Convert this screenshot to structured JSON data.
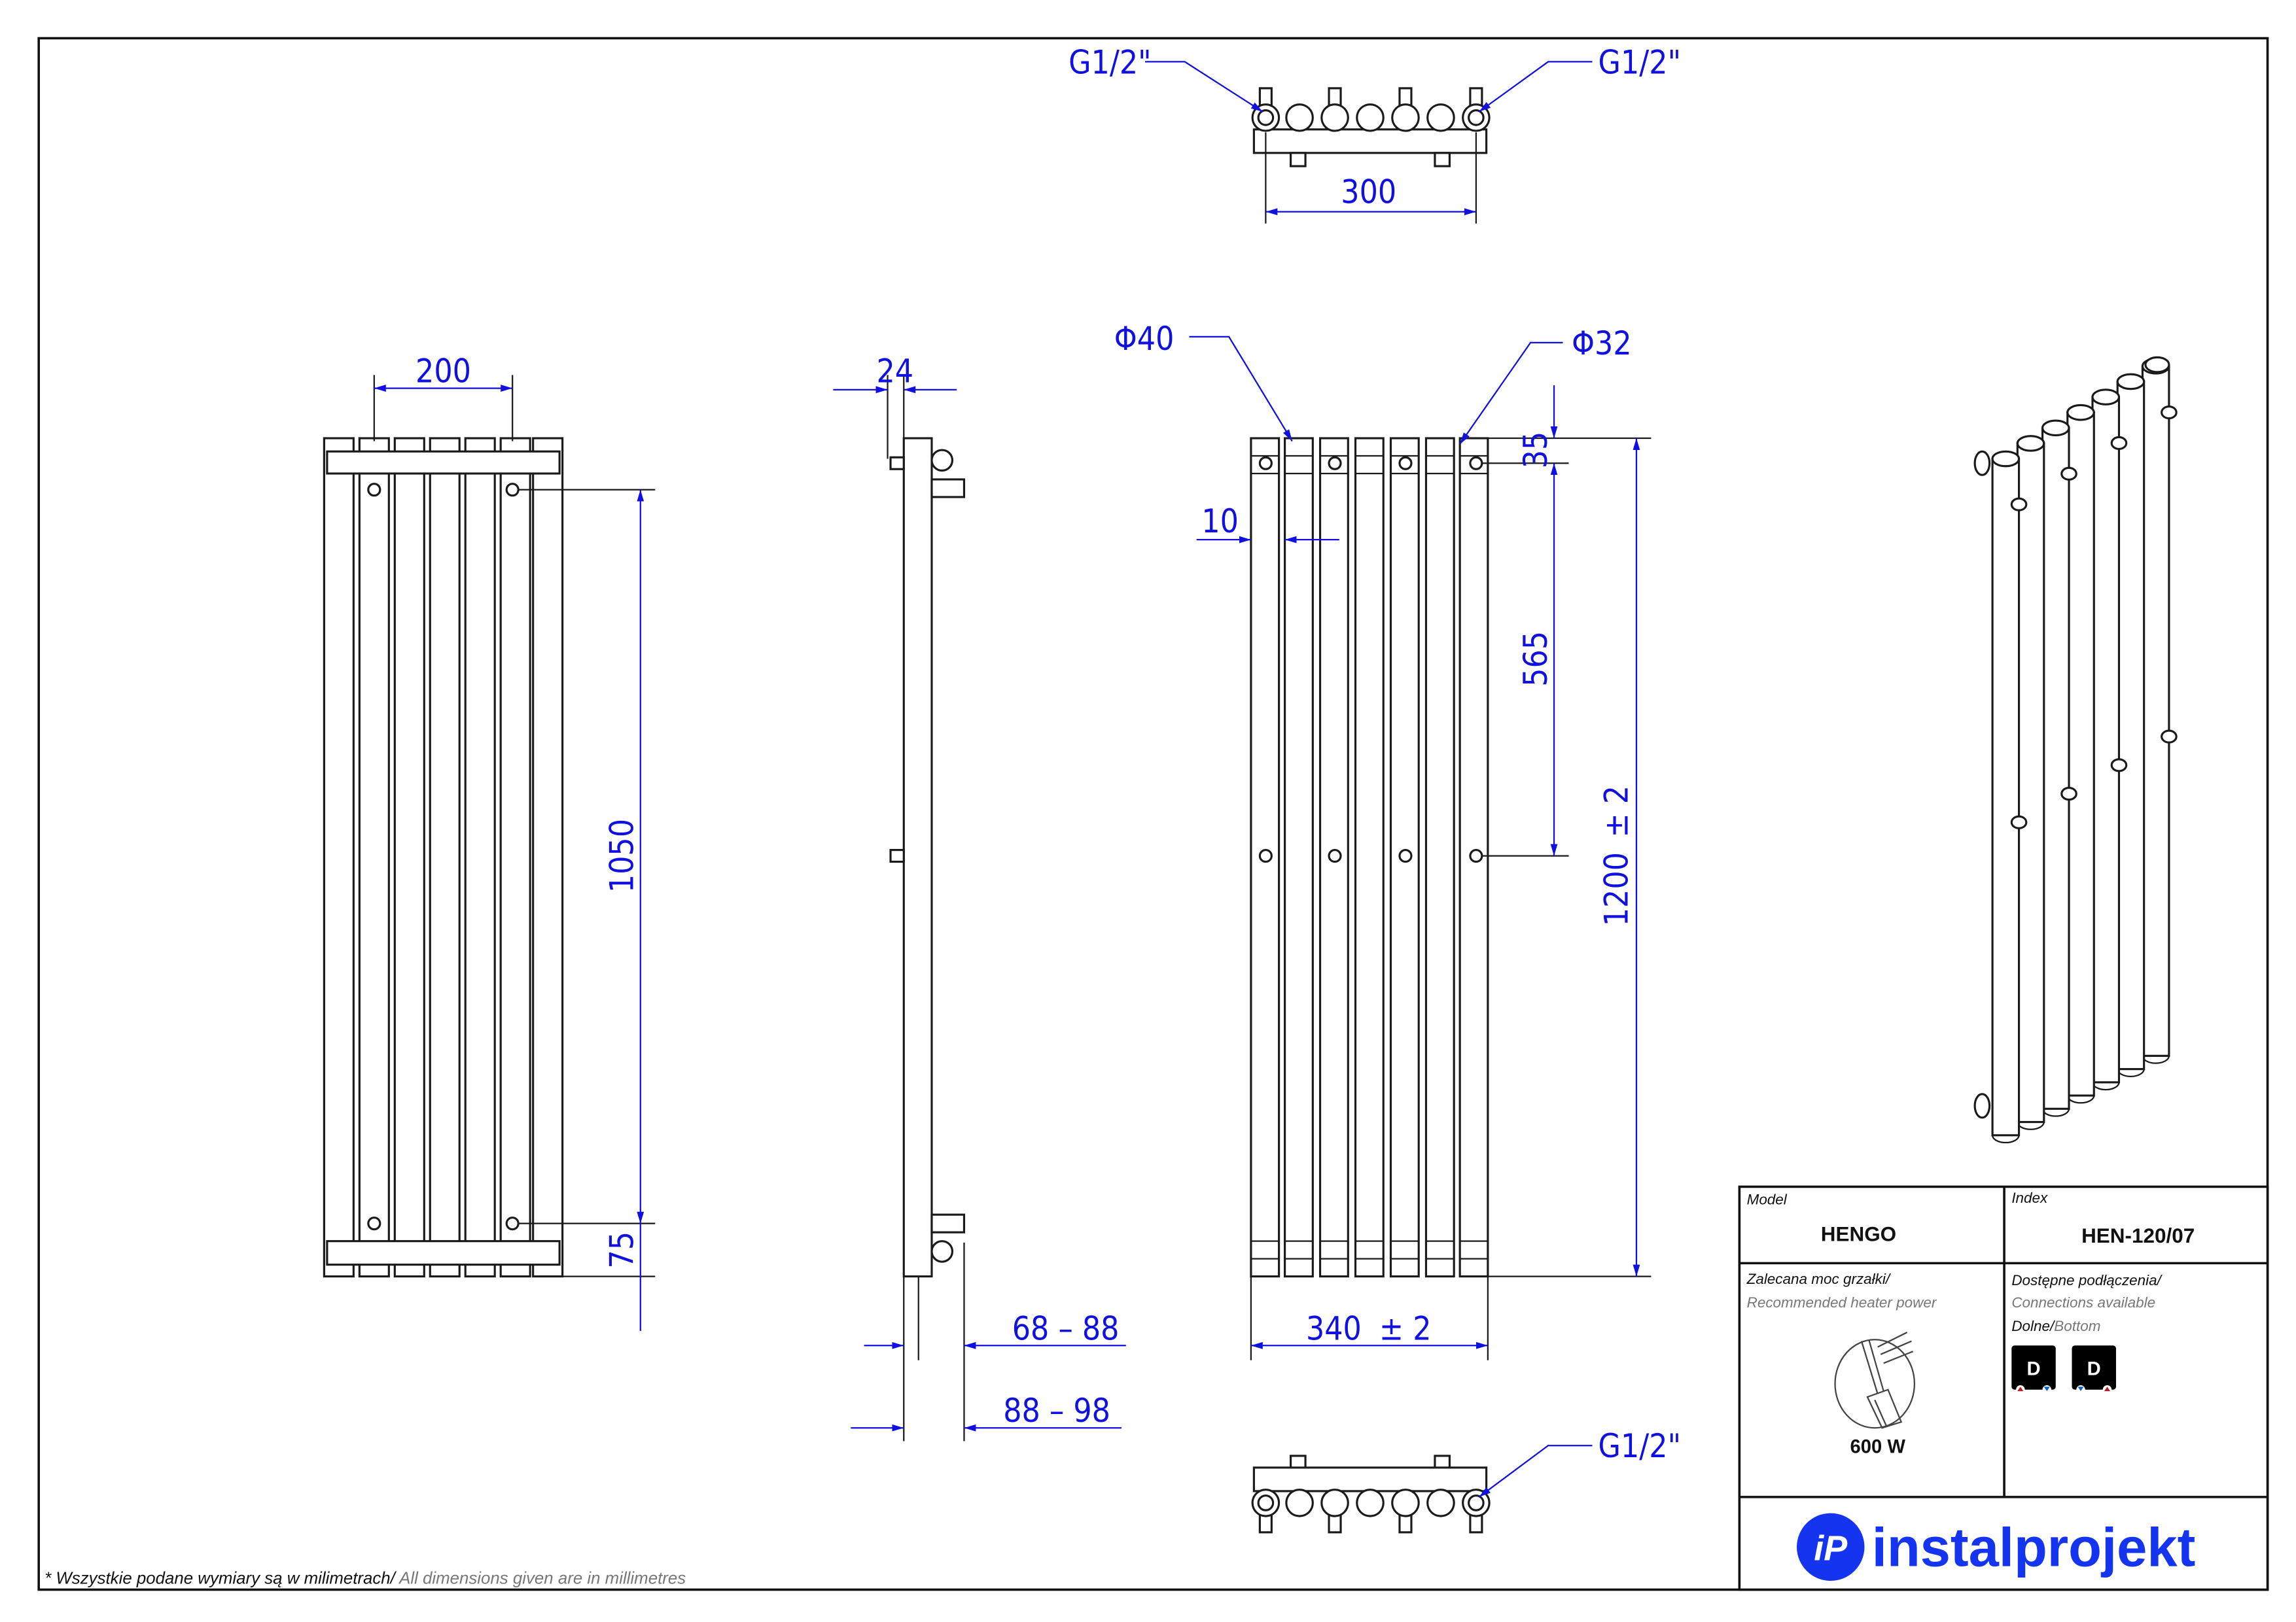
{
  "drawing": {
    "top_view": {
      "connection_left": "G1/2\"",
      "connection_right": "G1/2\"",
      "spacing": "300"
    },
    "front_view": {
      "width": "200",
      "height_between_mounts": "1050",
      "bottom_offset": "75"
    },
    "side_view": {
      "depth": "24",
      "wall_distance_1": "68 – 88",
      "wall_distance_2": "88 – 98"
    },
    "rear_view": {
      "tube_large": "Φ40",
      "tube_small": "Φ32",
      "gap": "10",
      "top_offset": "35",
      "mount_spacing": "565",
      "height": "1200",
      "height_tol": "± 2",
      "width": "340",
      "width_tol": "± 2"
    },
    "bottom_view": {
      "connection": "G1/2\""
    }
  },
  "title_block": {
    "model_label": "Model",
    "model_value": "HENGO",
    "index_label": "Index",
    "index_value": "HEN-120/07",
    "heater_label_pl": "Zalecana moc grzałki/",
    "heater_label_en": "Recommended heater power",
    "heater_power": "600 W",
    "connections_label_pl": "Dostępne podłączenia/",
    "connections_label_en": "Connections available",
    "connections_type_pl": "Dolne/",
    "connections_type_en": "Bottom",
    "connection_badges": [
      "D",
      "D"
    ],
    "brand": "instalprojekt",
    "brand_color": "#1434f0"
  },
  "footnote": {
    "pl": "* Wszystkie podane wymiary są w milimetrach/",
    "en": " All dimensions given are in millimetres"
  }
}
